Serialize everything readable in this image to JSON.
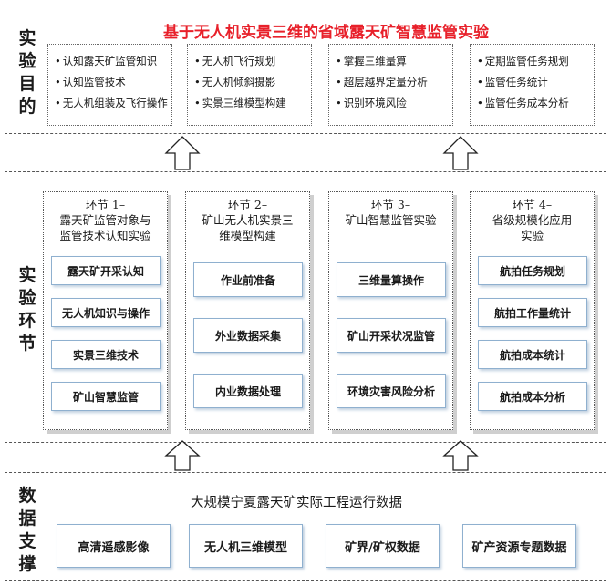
{
  "title": "基于无人机实景三维的省域露天矿智慧监管实验",
  "sections": {
    "purpose_label": [
      "实",
      "验",
      "目",
      "的"
    ],
    "stages_label": [
      "实",
      "验",
      "环",
      "节"
    ],
    "data_label": [
      "数",
      "据",
      "支",
      "撑"
    ]
  },
  "purposes": [
    [
      "认知露天矿监管知识",
      "认知监管技术",
      "无人机组装及飞行操作"
    ],
    [
      "无人机飞行规划",
      "无人机倾斜摄影",
      "实景三维模型构建"
    ],
    [
      "掌握三维量算",
      "超层越界定量分析",
      "识别环境风险"
    ],
    [
      "定期监管任务规划",
      "监管任务统计",
      "监管任务成本分析"
    ]
  ],
  "stages": [
    {
      "heading": [
        "环节 1–",
        "露天矿监管对象与",
        "监管技术认知实验"
      ],
      "steps": [
        "露天矿开采认知",
        "无人机知识与操作",
        "实景三维技术",
        "矿山智慧监管"
      ]
    },
    {
      "heading": [
        "环节 2–",
        "矿山无人机实景三",
        "维模型构建"
      ],
      "steps": [
        "作业前准备",
        "外业数据采集",
        "内业数据处理"
      ]
    },
    {
      "heading": [
        "环节 3–",
        "矿山智慧监管实验"
      ],
      "steps": [
        "三维量算操作",
        "矿山开采状况监管",
        "环境灾害风险分析"
      ]
    },
    {
      "heading": [
        "环节 4–",
        "省级规模化应用",
        "实验"
      ],
      "steps": [
        "航拍任务规划",
        "航拍工作量统计",
        "航拍成本统计",
        "航拍成本分析"
      ]
    }
  ],
  "data_support": {
    "title": "大规模宁夏露天矿实际工程运行数据",
    "items": [
      "高清遥感影像",
      "无人机三维模型",
      "矿界/矿权数据",
      "矿产资源专题数据"
    ]
  }
}
